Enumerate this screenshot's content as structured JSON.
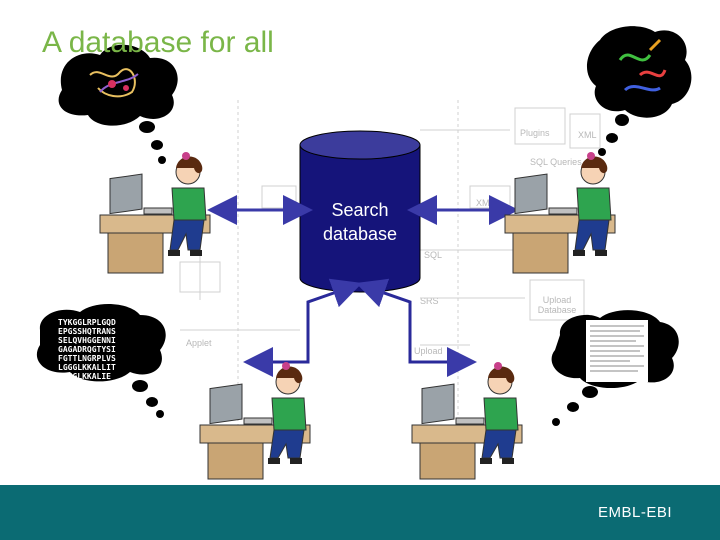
{
  "slide": {
    "title": "A database for all"
  },
  "database": {
    "label_line1": "Search",
    "label_line2": "database",
    "fill_color": "#15147a"
  },
  "background_diagram": {
    "labels": {
      "plugins": "Plugins",
      "xml_1": "XML",
      "sql_queries": "SQL Queries",
      "xml_2": "XML",
      "sql": "SQL",
      "srs": "SRS",
      "upload_database": "Upload\nDatabase",
      "applet": "Applet",
      "upload": "Upload"
    }
  },
  "sequence_bubble": {
    "lines": [
      "TYKGGLRPLGQD",
      "EPGSSHQTRANS",
      "SELQVHGGENNI",
      "GAGADRQGTYSI",
      "FGTTLNGRPLVS",
      "LGGGLKKALLIT",
      "MGGGLKKALIE"
    ]
  },
  "footer": {
    "brand": "EMBL-EBI",
    "background_color": "#0b6b73"
  },
  "colors": {
    "title": "#7ab648",
    "arrow": "#3a3aa8",
    "connector": "#2a2a9a",
    "desk": "#d9b98c",
    "shirt": "#2ea44f",
    "pants": "#1f3c8f",
    "monitor": "#9aa2a8"
  }
}
